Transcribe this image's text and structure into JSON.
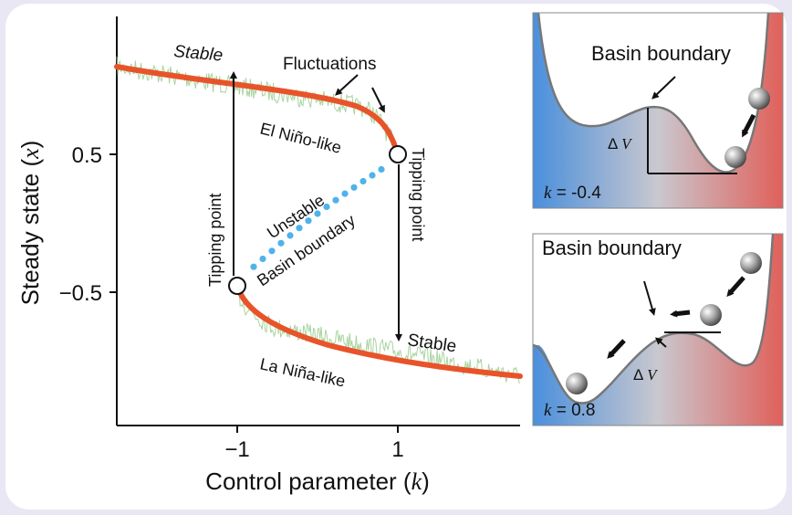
{
  "main": {
    "y_axis_label": "Steady state (",
    "y_axis_var": "x",
    "x_axis_label": "Control parameter (",
    "x_axis_var": "k",
    "close_paren": ")",
    "y_ticks": [
      "0.5",
      "−0.5"
    ],
    "x_ticks": [
      "−1",
      "1"
    ],
    "labels": {
      "stable_top": "Stable",
      "stable_bottom": "Stable",
      "fluctuations": "Fluctuations",
      "el_nino": "El Niño-like",
      "la_nina": "La Niña-like",
      "unstable": "Unstable",
      "basin_boundary": "Basin boundary",
      "tipping_left": "Tipping point",
      "tipping_right": "Tipping point"
    }
  },
  "panel_top": {
    "title": "Basin boundary",
    "dv_delta": "Δ",
    "dv_var": "V",
    "k_var": "k",
    "k_value": " = -0.4"
  },
  "panel_bottom": {
    "title": "Basin boundary",
    "dv_delta": "Δ",
    "dv_var": "V",
    "k_var": "k",
    "k_value": " = 0.8"
  },
  "colors": {
    "stable_branch": "#e8542a",
    "unstable_branch": "#4fb3ea",
    "noise": "#9fcf94",
    "basin_left": "#4a8fdc",
    "basin_right": "#e0605a"
  }
}
